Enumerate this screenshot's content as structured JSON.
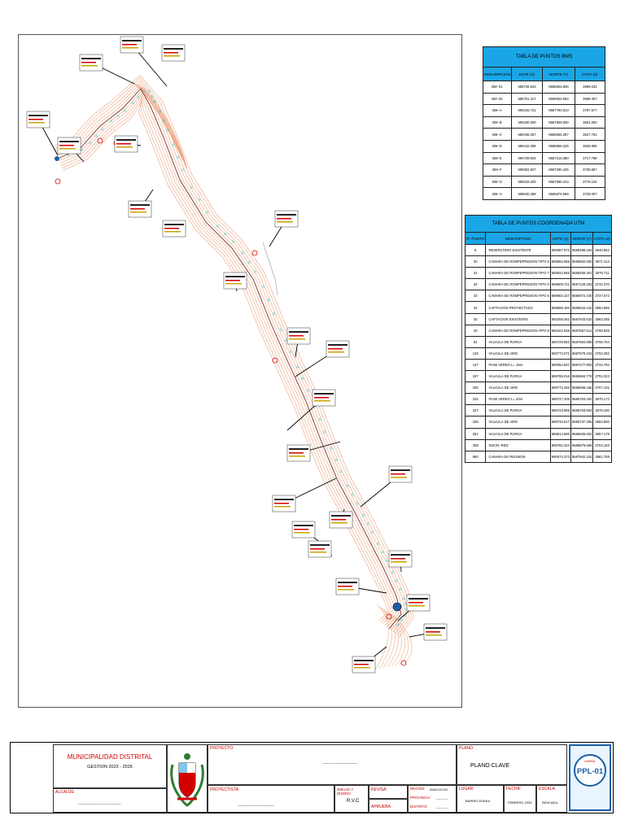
{
  "bms_table": {
    "title": "TABLA  DE  PUNTOS  BMS",
    "headers": [
      "DESCRIPCION",
      "ESTE  (X)",
      "NORTE  (Y)",
      "COTA  (Z)"
    ],
    "rows": [
      [
        "BM−01",
        "585726.843",
        "8586825.806",
        "3699.032"
      ],
      [
        "BM−02",
        "585751.317",
        "8586834.083",
        "3699.457"
      ],
      [
        "BM−A",
        "590225.721",
        "8587790.813",
        "3767.577"
      ],
      [
        "BM−B",
        "590230.000",
        "8587809.000",
        "3801.000"
      ],
      [
        "BM−C",
        "589436.257",
        "8588055.257",
        "3627.781"
      ],
      [
        "BM−D",
        "589442.099",
        "8588558.226",
        "3625.955"
      ],
      [
        "BM−E",
        "590729.004",
        "8587216.380",
        "3717.798"
      ],
      [
        "BM−F",
        "590002.827",
        "8587290.425",
        "3739.857"
      ],
      [
        "BM−G",
        "590019.200",
        "8587585.243",
        "3778.104"
      ],
      [
        "BM−H",
        "589640.388",
        "8586876.599",
        "3729.007"
      ]
    ]
  },
  "utm_table": {
    "title": "TABLA  DE  PUNTOS  COORDENADA  UTM",
    "headers": [
      "N° PUNTO",
      "DESCRIPCION",
      "ESTE  (X)",
      "NORTE  (Y)",
      "COTA  (Z)"
    ],
    "rows": [
      [
        "8",
        "RESERVORIO  EXISTENTE",
        "589387.972",
        "8585498.164",
        "3649.852"
      ],
      [
        "30",
        "CAMARA  DE  ROMPEPRESION  TIPO  6",
        "589652.966",
        "8586562.550",
        "3671.414"
      ],
      [
        "31",
        "CAMARA  DE  ROMPEPRESION  TIPO  7",
        "589542.866",
        "8586456.301",
        "3676.711"
      ],
      [
        "32",
        "CAMARA  DE  ROMPEPRESION  TIPO  6",
        "589809.721",
        "8587128.283",
        "3732.370"
      ],
      [
        "33",
        "CAMARA  DE  ROMPEPRESION  TIPO  6",
        "589902.227",
        "8586972.240",
        "3727.672"
      ],
      [
        "34",
        "CAPTACION  PROYECTADO",
        "589588.184",
        "8585543.442",
        "3653.855"
      ],
      [
        "35",
        "CAPTACION  EXISTENTE",
        "590258.452",
        "8587543.632",
        "3863.255"
      ],
      [
        "40",
        "CAMARA  DE  ROMPEPRESION  TIPO  6",
        "590102.836",
        "8587657.614",
        "3788.839"
      ],
      [
        "81",
        "VALVULA  DE  PURGA",
        "590729.853",
        "8587684.858",
        "3706.754"
      ],
      [
        "126",
        "VALVULA  DE  AIRE",
        "590772.071",
        "8587679.434",
        "3702.282"
      ],
      [
        "147",
        "PASE  AEREO  L=  15m",
        "590054.837",
        "8587277.893",
        "3734.792"
      ],
      [
        "197",
        "VALVULA  DE  PURGA",
        "589785.016",
        "8586984.778",
        "3704.323"
      ],
      [
        "206",
        "VALVULA  DE  AIRE",
        "589773.250",
        "8586858.166",
        "3707.101"
      ],
      [
        "225",
        "PASE  AEREO  L=  20m",
        "589727.336",
        "8586763.292",
        "3675.174"
      ],
      [
        "227",
        "VALVULA  DE  PURGA",
        "589723.965",
        "8586763.584",
        "3678.180"
      ],
      [
        "228",
        "VALVULA  DE  AIRE",
        "589733.817",
        "8586737.295",
        "3693.800"
      ],
      [
        "251",
        "VALVULA  DE  PURGA",
        "589614.590",
        "8586536.602",
        "3657.178"
      ],
      [
        "258",
        "INICIO−RED",
        "589782.324",
        "8586879.669",
        "3704.183"
      ],
      [
        "950",
        "CAMARA  DE  REUNION",
        "590074.373",
        "8587942.152",
        "3861.758"
      ]
    ]
  },
  "title_block": {
    "municipality": "MUNICIPALIDAD DISTRITAL",
    "gestion": "GESTION 2023 - 2026",
    "alcalde_label": "ALCALDE:",
    "alcalde_value": "-----------------------------------",
    "proyecto_label": "PROYECTO:",
    "proyecto_value": "-----------------------------",
    "proyectista_label": "PROYECTISTA:",
    "proyectista_value": "------------------------------",
    "dibujo_label": "DIBUJO Y DISEÑO",
    "dibujo_value": "R.V.C",
    "revisa_label": "REVISA:",
    "aprueba_label": "APRUEBA:",
    "region_label": "REGION:",
    "region_value": "AYACUCHO",
    "provincia_label": "PROVINCIA:",
    "provincia_value": "-----------",
    "distrito_label": "DISTRITO:",
    "distrito_value": "-----------",
    "lugar_label": "LUGAR:",
    "lugar_value": "BARRIO ATAHUI",
    "plano_label": "PLANO:",
    "plano_value": "PLANO CLAVE",
    "fecha_label": "FECHA:",
    "fecha_value": "FEBRERO 2025",
    "escala_label": "ESCALA:",
    "escala_value": "INDICADA",
    "lamina_label": "LAMINA:",
    "sheet_code": "PPL-01"
  },
  "colors": {
    "table_header": "#1aa6e6",
    "contour": "#e8956b",
    "marker": "#00bcd4",
    "title_red": "#d40000",
    "sheet_blue": "#1a5fa8"
  }
}
